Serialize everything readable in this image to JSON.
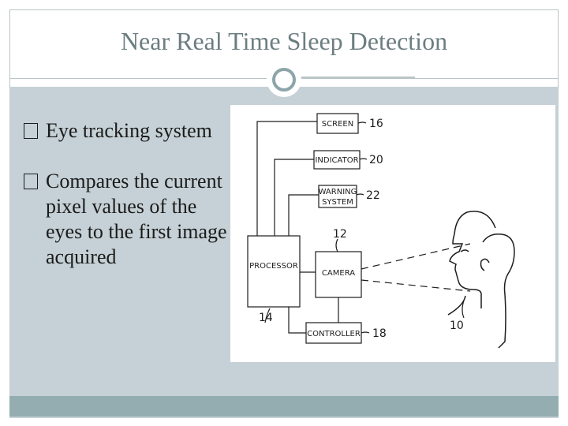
{
  "slide": {
    "title": "Near Real Time Sleep Detection",
    "bullets": [
      {
        "text": "Eye tracking system"
      },
      {
        "text": "Compares the current pixel values of the eyes to the first image acquired"
      }
    ]
  },
  "diagram": {
    "boxes": {
      "screen": "SCREEN",
      "indicator": "INDICATOR",
      "warning_line1": "WARNING",
      "warning_line2": "SYSTEM",
      "processor": "PROCESSOR",
      "camera": "CAMERA",
      "controller": "CONTROLLER"
    },
    "refs": {
      "screen": "16",
      "indicator": "20",
      "warning": "22",
      "camera": "12",
      "processor": "14",
      "person": "10",
      "controller": "18"
    },
    "icons": {
      "person": "face-profile-icon"
    }
  },
  "colors": {
    "title": "#6c7d80",
    "content_bg": "#c5d1d6",
    "accent": "#8ca5a9",
    "footer": "#93adb0"
  }
}
